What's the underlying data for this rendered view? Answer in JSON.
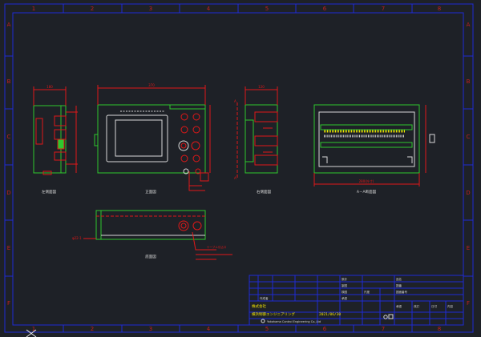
{
  "colors": {
    "background": "#1e2127",
    "frame": "#1f2bd6",
    "grid_text": "#c02020",
    "dimension": "#e01818",
    "outline": "#2ec82e",
    "detail": "#d8d8d8",
    "title_text": "#f2e400"
  },
  "frame": {
    "columns": [
      "1",
      "2",
      "3",
      "4",
      "5",
      "6",
      "7",
      "8"
    ],
    "rows": [
      "A",
      "B",
      "C",
      "D",
      "E",
      "F"
    ]
  },
  "views": {
    "left_label": "左側面図",
    "front_label": "正面図",
    "right_label": "右側面図",
    "section_label": "A－A断面図",
    "bottom_label": "底面図"
  },
  "dimensions": {
    "front_width": "370",
    "side_width": "180",
    "right_width": "120",
    "section_width": "280(外寸)",
    "cable_note": "ケーブル引込口",
    "mark_a": "A",
    "bottom_callout": "φ22-1"
  },
  "title_block": {
    "company": "株式会社",
    "company_name": "横浜制御エンジニアリング",
    "company_en": "Yokohama Control Engineering Co.,Ltd",
    "date": "2021/06/30",
    "fields": [
      "設計",
      "製図",
      "検図",
      "承認",
      "尺度",
      "品名",
      "図番",
      "図面番号"
    ],
    "drawn_by": "作成者",
    "revisions": [
      "改訂",
      "日付",
      "内容",
      "承認"
    ]
  },
  "cursor_icon": "crosshair-icon"
}
